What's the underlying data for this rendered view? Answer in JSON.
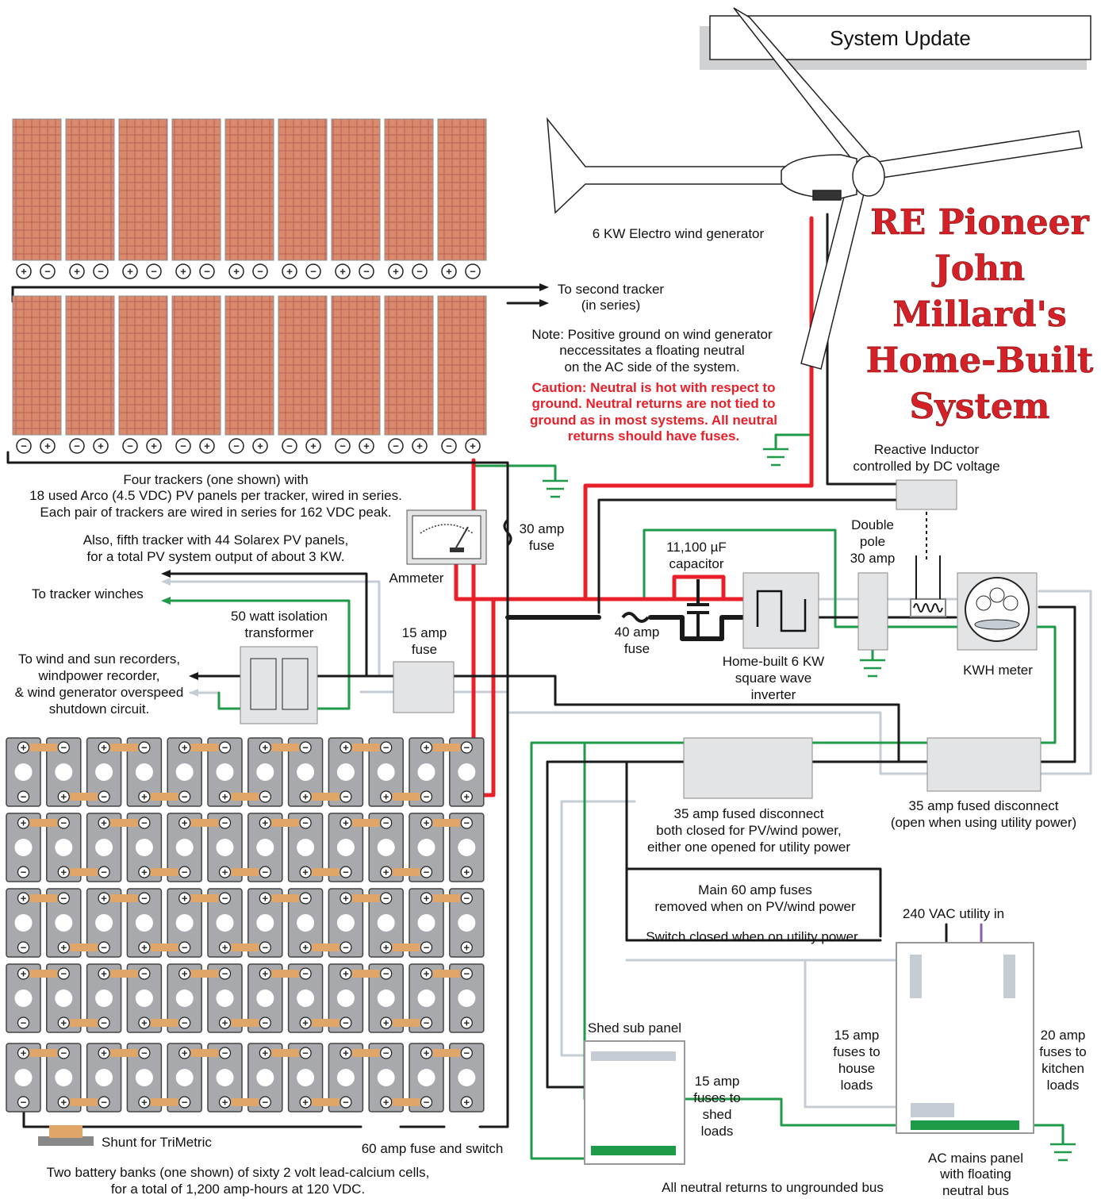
{
  "header": {
    "badge": "System Update",
    "title_lines": [
      "RE Pioneer",
      "John",
      "Millard's",
      "Home-Built",
      "System"
    ]
  },
  "colors": {
    "positive_wire": "#e8202a",
    "negative_wire": "#1a1a1a",
    "ground_wire": "#1e9a48",
    "neutral_wire": "#c5ccd4",
    "utility_hot": "#8a5cab",
    "pv_cell": "#c06b5c",
    "battery_strap": "#e0a568",
    "battery_case": "#a7a9ac"
  },
  "labels": {
    "wind_gen": "6 KW Electro wind generator",
    "to_second_tracker": [
      "To second tracker",
      "(in series)"
    ],
    "note": [
      "Note: Positive ground on wind generator",
      "neccessitates a floating neutral",
      "on the AC side of the system."
    ],
    "caution": [
      "Caution: Neutral is hot with respect to",
      "ground. Neutral returns are not tied to",
      "ground as in most systems. All neutral",
      "returns should have fuses."
    ],
    "trackers": [
      "Four trackers (one shown) with",
      "18 used Arco (4.5 VDC) PV panels per tracker, wired in series.",
      "Each pair of trackers are wired in series for 162 VDC peak."
    ],
    "fifth_tracker": [
      "Also, fifth tracker with 44 Solarex PV panels,",
      "for a total PV system output of about 3 KW."
    ],
    "reactive_inductor": [
      "Reactive Inductor",
      "controlled by DC voltage"
    ],
    "fuse30": [
      "30 amp",
      "fuse"
    ],
    "double_pole": [
      "Double",
      "pole",
      "30 amp"
    ],
    "capacitor": [
      "11,100 µF",
      "capacitor"
    ],
    "ammeter": "Ammeter",
    "to_tracker_winches": "To tracker winches",
    "iso_transformer": [
      "50 watt isolation",
      "transformer"
    ],
    "fuse15": [
      "15 amp",
      "fuse"
    ],
    "fuse40": [
      "40 amp",
      "fuse"
    ],
    "inverter": [
      "Home-built 6 KW",
      "square wave",
      "inverter"
    ],
    "kwh_meter": "KWH meter",
    "to_recorders": [
      "To wind and sun recorders,",
      "windpower recorder,",
      "& wind generator overspeed",
      "shutdown circuit."
    ],
    "disconnect_left": [
      "35 amp fused disconnect",
      "both closed for PV/wind power,",
      "either one opened for utility power"
    ],
    "disconnect_right": [
      "35 amp fused disconnect",
      "(open when using utility power)"
    ],
    "main_fuses": [
      "Main 60 amp fuses",
      "removed when on PV/wind power"
    ],
    "utility_in": "240 VAC utility in",
    "switch_closed": "Switch closed when on utility power",
    "shed_panel": "Shed sub panel",
    "house_fuses": [
      "15 amp",
      "fuses to",
      "house",
      "loads"
    ],
    "kitchen_fuses": [
      "20 amp",
      "fuses to",
      "kitchen",
      "loads"
    ],
    "shed_fuses": [
      "15 amp",
      "fuses to",
      "shed",
      "loads"
    ],
    "shunt": "Shunt for TriMetric",
    "fuse60": "60 amp fuse and switch",
    "ac_mains": [
      "AC mains panel",
      "with floating",
      "neutral bus"
    ],
    "battery_banks": [
      "Two battery banks (one shown) of sixty 2 volt lead-calcium cells,",
      "for a total of 1,200 amp-hours at 120 VDC."
    ],
    "neutral_returns": "All neutral returns to ungrounded bus"
  }
}
